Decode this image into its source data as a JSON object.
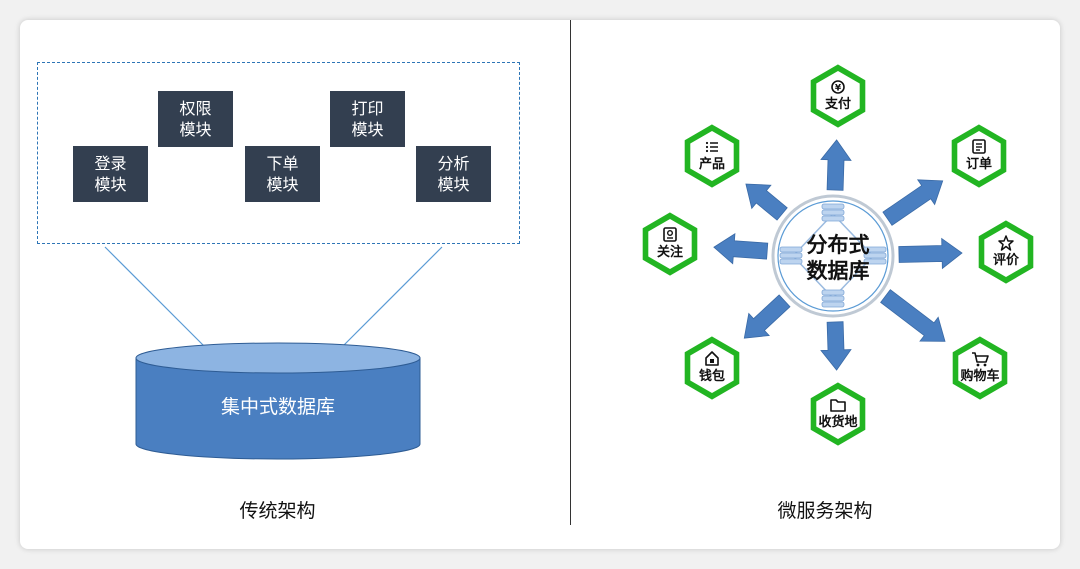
{
  "left": {
    "modules": [
      {
        "id": "login",
        "label": "登录\n模块"
      },
      {
        "id": "permission",
        "label": "权限\n模块"
      },
      {
        "id": "order",
        "label": "下单\n模块"
      },
      {
        "id": "print",
        "label": "打印\n模块"
      },
      {
        "id": "analysis",
        "label": "分析\n模块"
      }
    ],
    "database_label": "集中式数据库",
    "caption": "传统架构"
  },
  "right": {
    "center_line1": "分布式",
    "center_line2": "数据库",
    "services": [
      {
        "id": "pay",
        "label": "支付",
        "icon": "currency-icon"
      },
      {
        "id": "order",
        "label": "订单",
        "icon": "receipt-icon"
      },
      {
        "id": "review",
        "label": "评价",
        "icon": "star-icon"
      },
      {
        "id": "cart",
        "label": "购物车",
        "icon": "cart-icon"
      },
      {
        "id": "address",
        "label": "收货地",
        "icon": "folder-icon"
      },
      {
        "id": "wallet",
        "label": "钱包",
        "icon": "wallet-icon"
      },
      {
        "id": "follow",
        "label": "关注",
        "icon": "bookmark-icon"
      },
      {
        "id": "product",
        "label": "产品",
        "icon": "list-icon"
      }
    ],
    "caption": "微服务架构"
  },
  "colors": {
    "module_fill": "#333f50",
    "db_fill": "#4a7fc1",
    "db_top": "#8db4e2",
    "hex_green": "#22b522",
    "arrow_fill": "#4a7fc1"
  }
}
